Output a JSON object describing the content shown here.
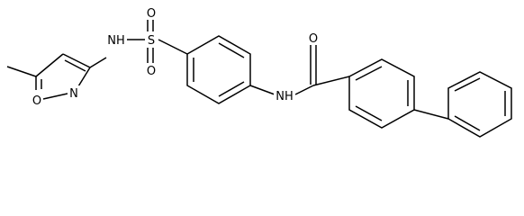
{
  "molecule": {
    "atom_labels": {
      "sulfonamide_nh": "NH",
      "sulfur": "S",
      "sulfonyl_o_top": "O",
      "sulfonyl_o_bottom": "O",
      "isoxazole_n": "N",
      "isoxazole_o": "O",
      "amide_nh": "NH",
      "carbonyl_o": "O"
    }
  }
}
